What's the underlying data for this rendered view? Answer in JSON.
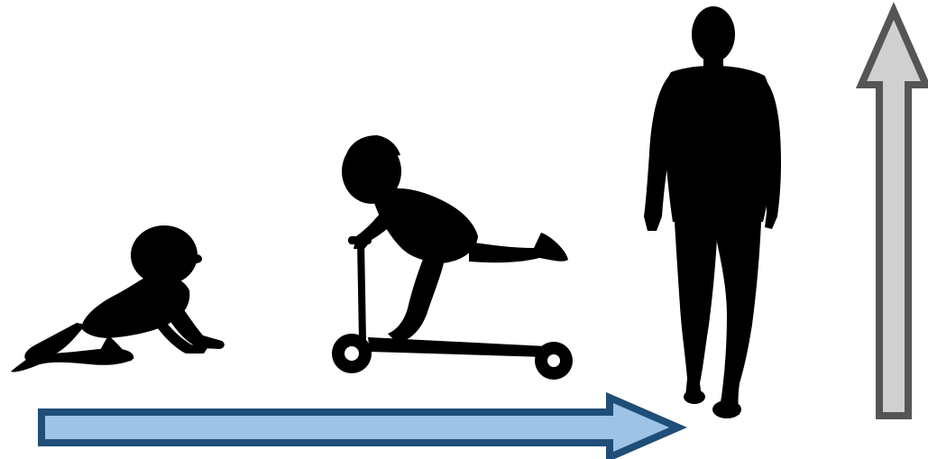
{
  "diagram": {
    "figures": [
      {
        "id": "baby",
        "icon": "crawling-baby-icon"
      },
      {
        "id": "child",
        "icon": "child-on-scooter-icon"
      },
      {
        "id": "adult",
        "icon": "walking-man-icon"
      }
    ],
    "arrows": [
      {
        "id": "growth",
        "icon": "right-arrow-icon",
        "direction": "right",
        "fill": "#9DC3E6",
        "stroke": "#1F4E79"
      },
      {
        "id": "height",
        "icon": "up-arrow-icon",
        "direction": "up",
        "fill": "#D0D0D0",
        "stroke": "#555555"
      }
    ],
    "colors": {
      "background": "#FFFFFF",
      "silhouette": "#000000"
    }
  }
}
